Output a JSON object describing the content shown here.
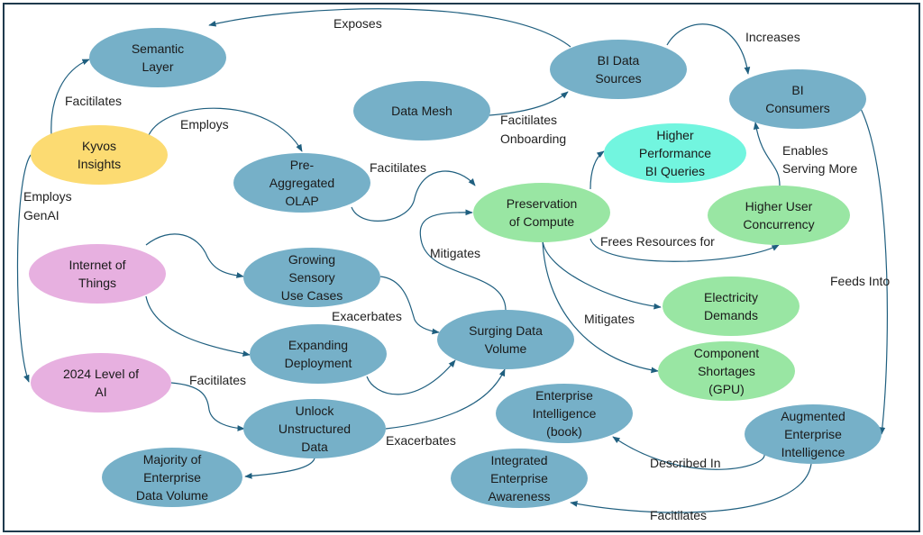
{
  "colors": {
    "blue": "#76b0c8",
    "yellow": "#fcdb72",
    "pink": "#e7b0e0",
    "green": "#99e6a3",
    "cyan": "#72f5df",
    "edge": "#1f5f7f",
    "frame": "#1f3a4d"
  },
  "nodes": [
    {
      "id": "semantic-layer",
      "lines": [
        "Semantic",
        "Layer"
      ],
      "color": "blue"
    },
    {
      "id": "kyvos-insights",
      "lines": [
        "Kyvos",
        "Insights"
      ],
      "color": "yellow"
    },
    {
      "id": "pre-aggregated-olap",
      "lines": [
        "Pre-",
        "Aggregated",
        "OLAP"
      ],
      "color": "blue"
    },
    {
      "id": "data-mesh",
      "lines": [
        "Data Mesh"
      ],
      "color": "blue"
    },
    {
      "id": "bi-data-sources",
      "lines": [
        "BI Data",
        "Sources"
      ],
      "color": "blue"
    },
    {
      "id": "bi-consumers",
      "lines": [
        "BI",
        "Consumers"
      ],
      "color": "blue"
    },
    {
      "id": "higher-performance-bi-queries",
      "lines": [
        "Higher",
        "Performance",
        "BI Queries"
      ],
      "color": "cyan"
    },
    {
      "id": "preservation-of-compute",
      "lines": [
        "Preservation",
        "of Compute"
      ],
      "color": "green"
    },
    {
      "id": "higher-user-concurrency",
      "lines": [
        "Higher User",
        "Concurrency"
      ],
      "color": "green"
    },
    {
      "id": "internet-of-things",
      "lines": [
        "Internet of",
        "Things"
      ],
      "color": "pink"
    },
    {
      "id": "growing-sensory-use-cases",
      "lines": [
        "Growing",
        "Sensory",
        "Use Cases"
      ],
      "color": "blue"
    },
    {
      "id": "expanding-deployment",
      "lines": [
        "Expanding",
        "Deployment"
      ],
      "color": "blue"
    },
    {
      "id": "surging-data-volume",
      "lines": [
        "Surging Data",
        "Volume"
      ],
      "color": "blue"
    },
    {
      "id": "electricity-demands",
      "lines": [
        "Electricity",
        "Demands"
      ],
      "color": "green"
    },
    {
      "id": "component-shortages",
      "lines": [
        "Component",
        "Shortages",
        "(GPU)"
      ],
      "color": "green"
    },
    {
      "id": "level-of-ai-2024",
      "lines": [
        "2024 Level of",
        "AI"
      ],
      "color": "pink"
    },
    {
      "id": "unlock-unstructured-data",
      "lines": [
        "Unlock",
        "Unstructured",
        "Data"
      ],
      "color": "blue"
    },
    {
      "id": "majority-enterprise-data-volume",
      "lines": [
        "Majority of",
        "Enterprise",
        "Data Volume"
      ],
      "color": "blue"
    },
    {
      "id": "enterprise-intelligence-book",
      "lines": [
        "Enterprise",
        "Intelligence",
        "(book)"
      ],
      "color": "blue"
    },
    {
      "id": "augmented-enterprise-intelligence",
      "lines": [
        "Augmented",
        "Enterprise",
        "Intelligence"
      ],
      "color": "blue"
    },
    {
      "id": "integrated-enterprise-awareness",
      "lines": [
        "Integrated",
        "Enterprise",
        "Awareness"
      ],
      "color": "blue"
    }
  ],
  "edges": [
    {
      "from": "bi-data-sources",
      "to": "semantic-layer",
      "label": [
        "Exposes"
      ]
    },
    {
      "from": "kyvos-insights",
      "to": "semantic-layer",
      "label": [
        "Facitilates"
      ]
    },
    {
      "from": "kyvos-insights",
      "to": "pre-aggregated-olap",
      "label": [
        "Employs"
      ]
    },
    {
      "from": "kyvos-insights",
      "to": "level-of-ai-2024",
      "label": [
        "Employs",
        "GenAI"
      ]
    },
    {
      "from": "data-mesh",
      "to": "bi-data-sources",
      "label": [
        "Facitilates",
        "Onboarding"
      ]
    },
    {
      "from": "bi-data-sources",
      "to": "bi-consumers",
      "label": [
        "Increases"
      ]
    },
    {
      "from": "pre-aggregated-olap",
      "to": "preservation-of-compute",
      "label": [
        "Facitilates"
      ]
    },
    {
      "from": "preservation-of-compute",
      "to": "higher-performance-bi-queries",
      "label": []
    },
    {
      "from": "higher-user-concurrency",
      "to": "bi-consumers",
      "label": [
        "Enables",
        "Serving More"
      ]
    },
    {
      "from": "preservation-of-compute",
      "to": "higher-user-concurrency",
      "label": [
        "Frees Resources for"
      ]
    },
    {
      "from": "bi-consumers",
      "to": "augmented-enterprise-intelligence",
      "label": [
        "Feeds Into"
      ]
    },
    {
      "from": "surging-data-volume",
      "to": "preservation-of-compute",
      "label": [
        "Mitigates"
      ]
    },
    {
      "from": "internet-of-things",
      "to": "growing-sensory-use-cases",
      "label": []
    },
    {
      "from": "internet-of-things",
      "to": "expanding-deployment",
      "label": []
    },
    {
      "from": "growing-sensory-use-cases",
      "to": "surging-data-volume",
      "label": [
        "Exacerbates"
      ]
    },
    {
      "from": "expanding-deployment",
      "to": "surging-data-volume",
      "label": []
    },
    {
      "from": "preservation-of-compute",
      "to": "electricity-demands",
      "label": [
        "Mitigates"
      ]
    },
    {
      "from": "preservation-of-compute",
      "to": "component-shortages",
      "label": []
    },
    {
      "from": "level-of-ai-2024",
      "to": "unlock-unstructured-data",
      "label": [
        "Facitilates"
      ]
    },
    {
      "from": "unlock-unstructured-data",
      "to": "surging-data-volume",
      "label": [
        "Exacerbates"
      ]
    },
    {
      "from": "unlock-unstructured-data",
      "to": "majority-enterprise-data-volume",
      "label": []
    },
    {
      "from": "augmented-enterprise-intelligence",
      "to": "enterprise-intelligence-book",
      "label": [
        "Described In"
      ]
    },
    {
      "from": "augmented-enterprise-intelligence",
      "to": "integrated-enterprise-awareness",
      "label": [
        "Facitilates"
      ]
    }
  ]
}
